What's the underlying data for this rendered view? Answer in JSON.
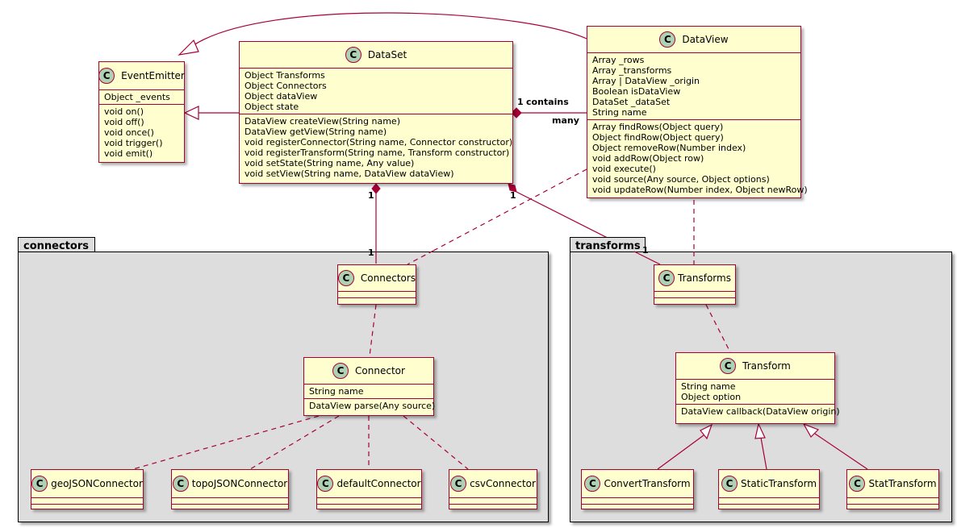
{
  "packages": {
    "connectors": "connectors",
    "transforms": "transforms"
  },
  "classes": {
    "event_emitter": {
      "name": "EventEmitter",
      "attributes": [
        "Object _events"
      ],
      "methods": [
        "void on()",
        "void off()",
        "void once()",
        "void trigger()",
        "void emit()"
      ]
    },
    "dataset": {
      "name": "DataSet",
      "attributes": [
        "Object Transforms",
        "Object Connectors",
        "Object dataView",
        "Object state"
      ],
      "methods": [
        "DataView createView(String name)",
        "DataView getView(String name)",
        "void registerConnector(String name, Connector constructor)",
        "void registerTransform(String name, Transform constructor)",
        "void setState(String name, Any value)",
        "void setView(String name, DataView dataView)"
      ]
    },
    "dataview": {
      "name": "DataView",
      "attributes": [
        "Array _rows",
        "Array _transforms",
        "Array | DataView _origin",
        "Boolean isDataView",
        "DataSet _dataSet",
        "String name"
      ],
      "methods": [
        "Array findRows(Object query)",
        "Object findRow(Object query)",
        "Object removeRow(Number index)",
        "void addRow(Object row)",
        "void execute()",
        "void source(Any source, Object options)",
        "void updateRow(Number index, Object newRow)"
      ]
    },
    "connectors": {
      "name": "Connectors"
    },
    "connector": {
      "name": "Connector",
      "attributes": [
        "String name"
      ],
      "methods": [
        "DataView parse(Any source)"
      ]
    },
    "geojson_connector": {
      "name": "geoJSONConnector"
    },
    "topojson_connector": {
      "name": "topoJSONConnector"
    },
    "default_connector": {
      "name": "defaultConnector"
    },
    "csv_connector": {
      "name": "csvConnector"
    },
    "transforms": {
      "name": "Transforms"
    },
    "transform": {
      "name": "Transform",
      "attributes": [
        "String name",
        "Object option"
      ],
      "methods": [
        "DataView callback(DataView origin)"
      ]
    },
    "convert_transform": {
      "name": "ConvertTransform"
    },
    "static_transform": {
      "name": "StaticTransform"
    },
    "stat_transform": {
      "name": "StatTransform"
    }
  },
  "class_icon_letter": "C",
  "relation_labels": {
    "dataset_dataview_left_mult": "1",
    "dataset_dataview_left_role": "contains",
    "dataset_dataview_right_mult": "many",
    "dataset_connectors_top": "1",
    "dataset_connectors_bottom": "1",
    "dataset_transforms_top": "1",
    "dataset_transforms_bottom": "1"
  },
  "colors": {
    "class_fill": "#fefece",
    "class_border": "#a80036",
    "icon_fill": "#add1b2",
    "package_fill": "#dddddd",
    "edge": "#a80036"
  }
}
